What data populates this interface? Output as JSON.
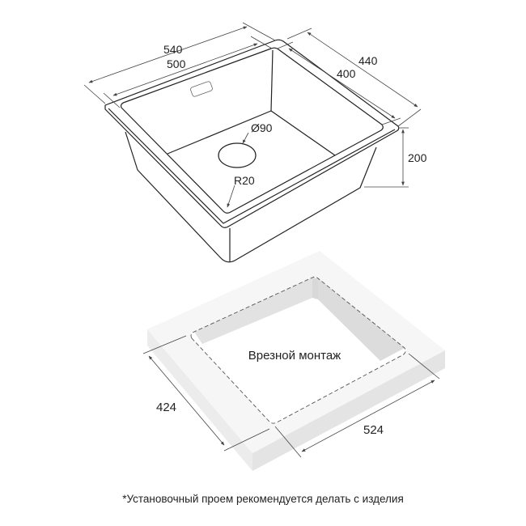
{
  "sink": {
    "dim_outer_length": "540",
    "dim_inner_length": "500",
    "dim_outer_width": "440",
    "dim_inner_width": "400",
    "dim_depth": "200",
    "drain_diameter": "Ø90",
    "corner_radius": "R20"
  },
  "cutout": {
    "label": "Врезной монтаж",
    "dim_width": "424",
    "dim_length": "524"
  },
  "footnote": "*Установочный проем рекомендуется делать с изделия"
}
